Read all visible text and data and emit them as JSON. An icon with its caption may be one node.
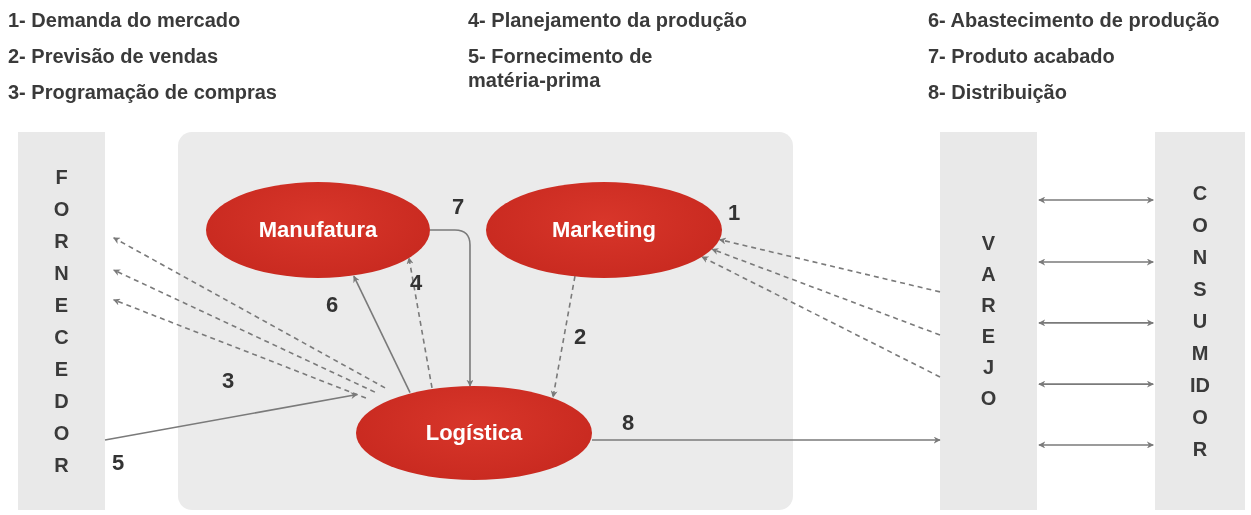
{
  "diagram": {
    "nodes": [
      {
        "text": [
          "FORNECEDOR"
        ]
      },
      {
        "text": [],
        "shape": "box"
      },
      {
        "text": [
          "Manufatura"
        ],
        "in": 1
      },
      {
        "text": [
          "Marketing"
        ],
        "in": 1
      },
      {
        "text": [
          "Logística"
        ],
        "in": 1
      },
      {
        "text": [
          "VAREJO"
        ]
      },
      {
        "text": [
          "CONSUMIDOR"
        ]
      }
    ],
    "edges": [
      {
        "from": 4,
        "to": 0,
        "arrow": "to",
        "style": "dashed"
      },
      {
        "from": 4,
        "to": 0,
        "arrow": "to",
        "style": "dashed"
      },
      {
        "from": 4,
        "to": 0,
        "arrow": "to",
        "style": "dashed",
        "label": "3"
      },
      {
        "from": 4,
        "to": 2,
        "arrow": "to",
        "label": "6"
      },
      {
        "from": 4,
        "to": 2,
        "arrow": "to",
        "style": "dashed",
        "label": "4"
      },
      {
        "from": 2,
        "to": 4,
        "arrow": "to",
        "label": "7"
      },
      {
        "from": 3,
        "to": 4,
        "arrow": "to",
        "style": "dashed",
        "label": "2"
      },
      {
        "from": 5,
        "to": 3,
        "arrow": "to",
        "style": "dashed",
        "label": "1"
      },
      {
        "from": 5,
        "to": 3,
        "arrow": "to",
        "style": "dashed"
      },
      {
        "from": 5,
        "to": 3,
        "arrow": "to",
        "style": "dashed"
      },
      {
        "from": 0,
        "to": 4,
        "arrow": "to",
        "label": "5"
      },
      {
        "from": 4,
        "to": 5,
        "arrow": "to",
        "label": "8"
      },
      {
        "from": 5,
        "to": 6,
        "arrow": "both"
      },
      {
        "from": 5,
        "to": 6,
        "arrow": "both"
      },
      {
        "from": 5,
        "to": 6,
        "arrow": "both"
      },
      {
        "from": 5,
        "to": 6,
        "arrow": "both"
      },
      {
        "from": 5,
        "to": 6,
        "arrow": "both"
      }
    ],
    "labels": [
      "1- Demanda do mercado",
      "2- Previsão de vendas",
      "3- Programação de compras",
      "4- Planejamento da produção",
      "5- Fornecimento de matéria-prima",
      "6- Abastecimento de produção",
      "7- Produto acabado",
      "8- Distribuição"
    ]
  }
}
